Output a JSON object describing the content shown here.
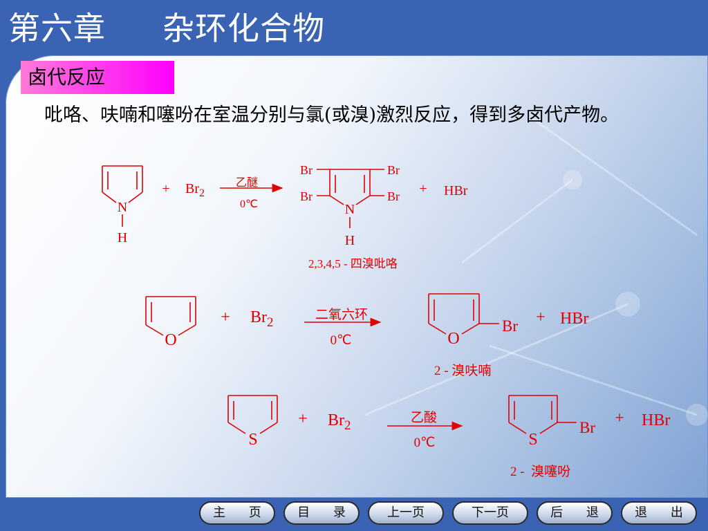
{
  "header": {
    "chapter": "第六章",
    "title": "杂环化合物"
  },
  "section_label": "卤代反应",
  "intro": "吡咯、呋喃和噻吩在室温分别与氯(或溴)激烈反应，得到多卤代产物。",
  "reactions": [
    {
      "reactant_hetero": "N",
      "reactant_h": "H",
      "plus1": "+",
      "reagent": "Br",
      "reagent_sub": "2",
      "solvent": "乙醚",
      "temp": "0℃",
      "product_hetero": "N",
      "product_h": "H",
      "subst": [
        "Br",
        "Br",
        "Br",
        "Br"
      ],
      "plus2": "+",
      "byproduct": "HBr",
      "product_name": "2,3,4,5 - 四溴吡咯"
    },
    {
      "reactant_hetero": "O",
      "plus1": "+",
      "reagent": "Br",
      "reagent_sub": "2",
      "solvent": "二氧六环",
      "temp": "0℃",
      "product_hetero": "O",
      "subst": "Br",
      "plus2": "+",
      "byproduct": "HBr",
      "product_name": "2 - 溴呋喃"
    },
    {
      "reactant_hetero": "S",
      "plus1": "+",
      "reagent": "Br",
      "reagent_sub": "2",
      "solvent": "乙酸",
      "temp": "0℃",
      "product_hetero": "S",
      "subst": "Br",
      "plus2": "+",
      "byproduct": "HBr",
      "product_name": "2 -  溴噻吩"
    }
  ],
  "colors": {
    "chem": "#e00000",
    "header_bg": "#3a64b3",
    "label_bg": "#ff00ff"
  },
  "nav": [
    "主 页",
    "目 录",
    "上一页",
    "下一页",
    "后 退",
    "退 出"
  ]
}
